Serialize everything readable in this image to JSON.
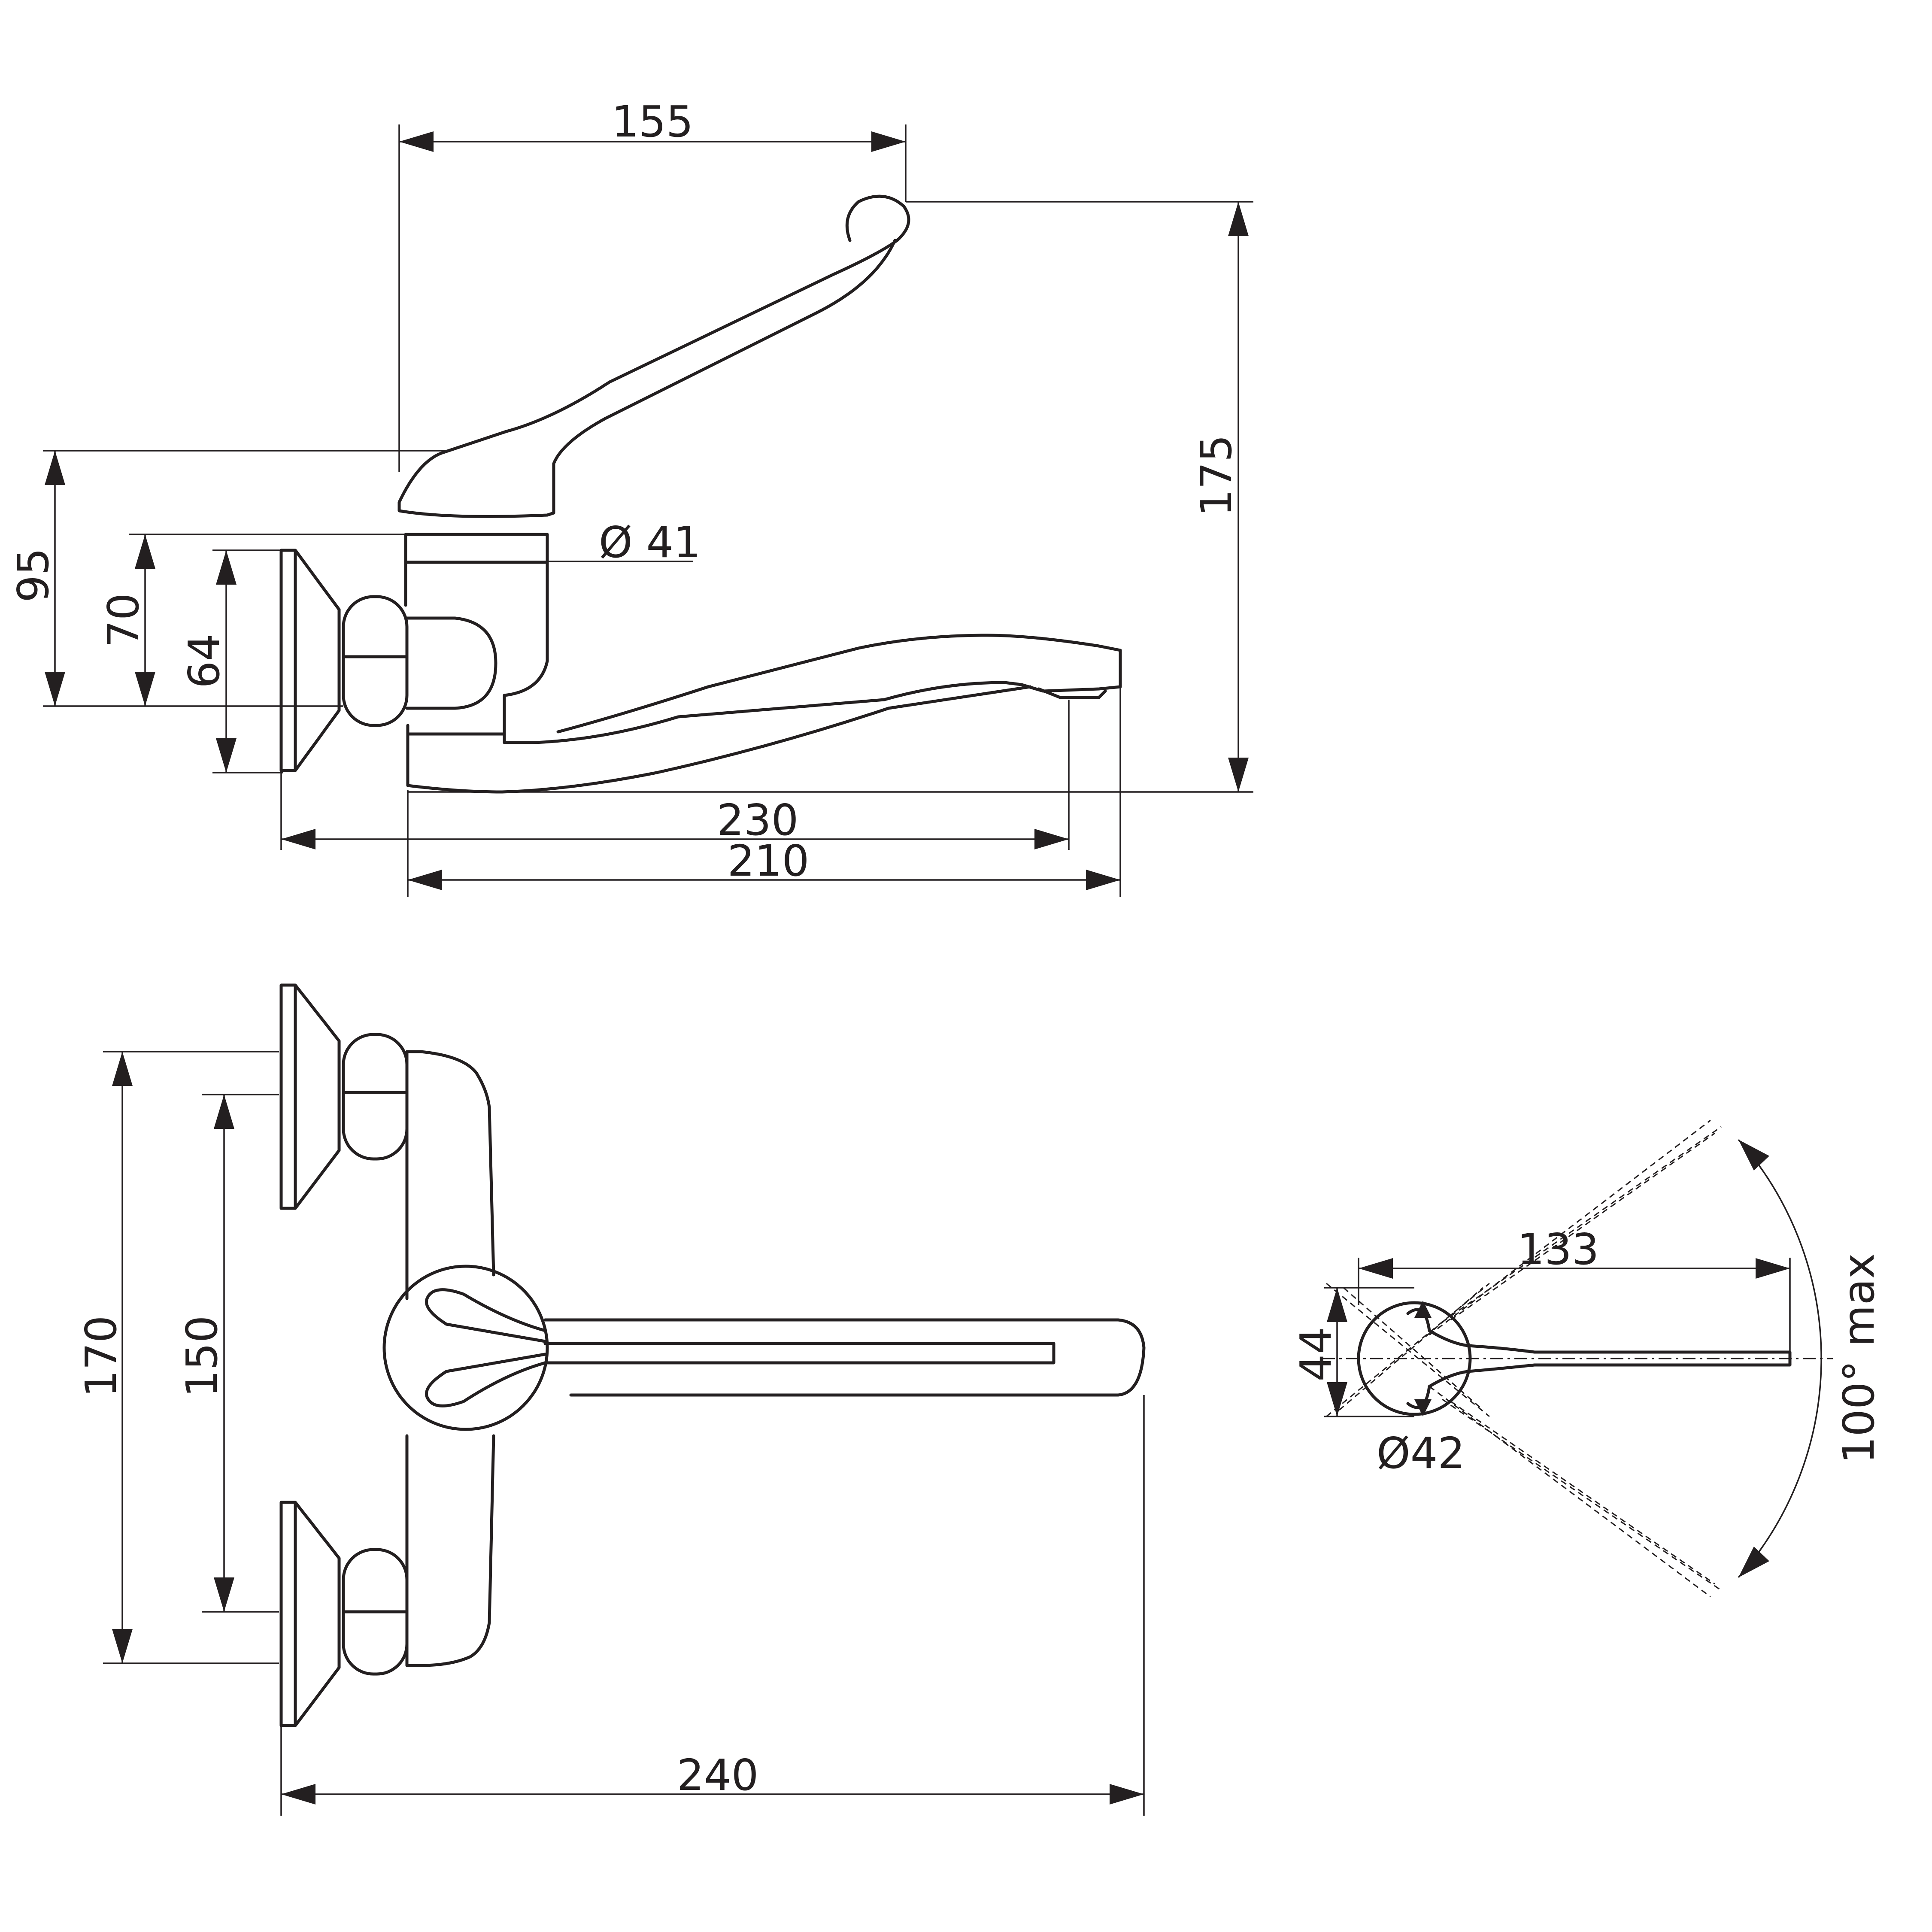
{
  "drawing": {
    "colors": {
      "stroke": "#231f20",
      "background": "#ffffff"
    },
    "side_view": {
      "dimensions": {
        "handle_reach": "155",
        "total_height": "175",
        "height_95": "95",
        "height_70": "70",
        "height_64": "64",
        "body_diameter": "Ø 41",
        "outlet_distance": "230",
        "spout_length": "210"
      }
    },
    "top_view": {
      "dimensions": {
        "outer_centers": "170",
        "inner_centers": "150",
        "overall_depth": "240"
      }
    },
    "handle_view": {
      "dimensions": {
        "lever_length": "133",
        "hub_height": "44",
        "hub_diameter": "Ø42",
        "swing_angle": "100° max"
      }
    }
  }
}
